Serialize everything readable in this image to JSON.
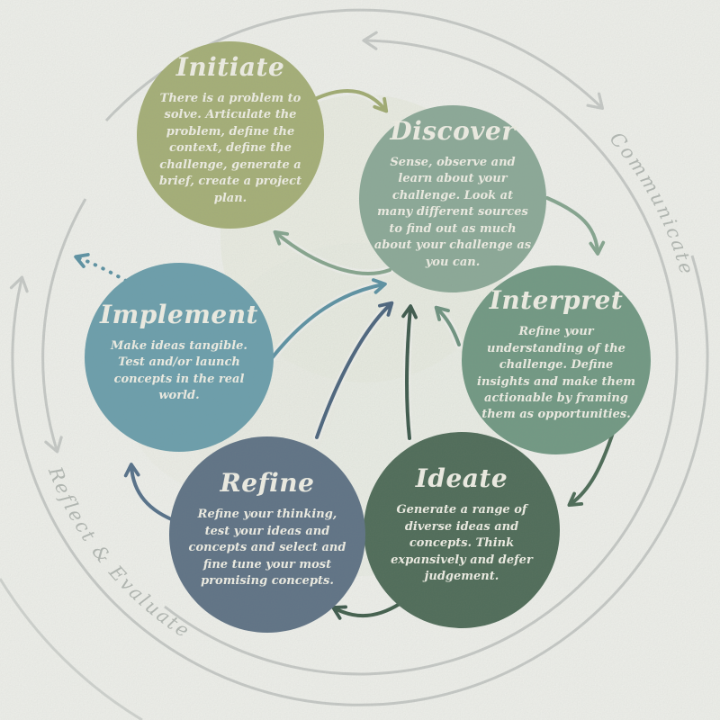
{
  "diagram": {
    "stages": [
      {
        "name": "Initiate",
        "description": "There is a problem to solve. Articulate the problem, define the context, define the challenge, generate a brief, create a project plan.",
        "color": "#a7b177"
      },
      {
        "name": "Discover",
        "description": "Sense, observe and learn about your challenge. Look at many different sources to find out as much about your challenge as you can.",
        "color": "#8dab99"
      },
      {
        "name": "Interpret",
        "description": "Refine your understanding of the challenge. Define insights and make them actionable by framing them as opportunities.",
        "color": "#719a84"
      },
      {
        "name": "Ideate",
        "description": "Generate a range of diverse ideas and concepts. Think expansively and defer judgement.",
        "color": "#4d6b57"
      },
      {
        "name": "Refine",
        "description": "Refine your thinking, test your ideas and concepts and select and fine tune your most promising concepts.",
        "color": "#5e7286"
      },
      {
        "name": "Implement",
        "description": "Make ideas tangible. Test and/or launch concepts in the real world.",
        "color": "#6ba0ae"
      }
    ],
    "outer_ring_labels": [
      {
        "text": "Communicate",
        "color": "#b5bab5"
      },
      {
        "text": "Reflect & Evaluate",
        "color": "#b5bab5"
      }
    ],
    "flow_arrows": [
      {
        "from": "Initiate",
        "to": "Discover",
        "style": "solid",
        "color": "#a3ae72"
      },
      {
        "from": "Discover",
        "to": "Interpret",
        "style": "solid",
        "color": "#86a790"
      },
      {
        "from": "Interpret",
        "to": "Ideate",
        "style": "solid",
        "color": "#4a6a55"
      },
      {
        "from": "Ideate",
        "to": "Refine",
        "style": "solid",
        "color": "#3f5d4a"
      },
      {
        "from": "Refine",
        "to": "Implement",
        "style": "solid",
        "color": "#54708a"
      },
      {
        "from": "Implement",
        "to": "out-of-cycle",
        "style": "dotted",
        "color": "#5b93a5"
      },
      {
        "from": "Implement",
        "to": "Discover",
        "style": "feedback",
        "color": "#5b93a5"
      },
      {
        "from": "Refine",
        "to": "Discover",
        "style": "feedback",
        "color": "#4a647e"
      },
      {
        "from": "Ideate",
        "to": "Discover",
        "style": "feedback",
        "color": "#3b584a"
      },
      {
        "from": "Interpret",
        "to": "Discover",
        "style": "feedback",
        "color": "#6e9480"
      },
      {
        "from": "Discover",
        "to": "Initiate",
        "style": "feedback",
        "color": "#87a78f"
      }
    ],
    "ring_color": "#c9ccc9",
    "background_color": "#f3f4ef"
  }
}
